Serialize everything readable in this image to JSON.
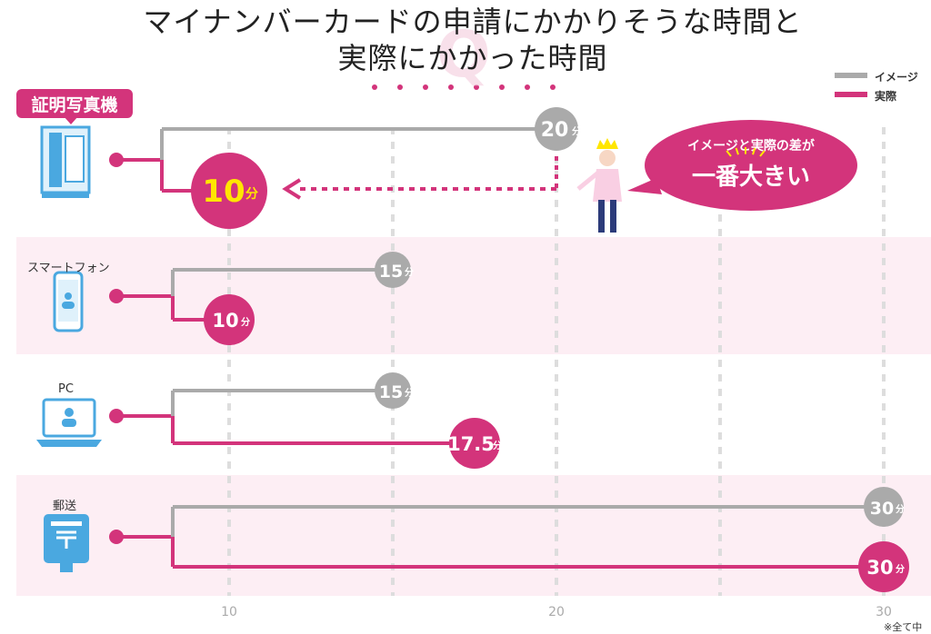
{
  "title_line1": "マイナンバーカードの申請にかかりそうな時間と",
  "title_line2": "実際にかかった時間",
  "legend": [
    {
      "label": "イメージ",
      "color": "#aaaaaa"
    },
    {
      "label": "実際",
      "color": "#d3347b"
    }
  ],
  "callout": {
    "line1": "イメージと実際の差が",
    "line2": "一番大きい"
  },
  "unit": "分",
  "footnote": "※全て中",
  "colors": {
    "image": "#aaaaaa",
    "actual": "#d3347b",
    "highlight": "#ffe600",
    "band": "#fdeef4",
    "device": "#4aa8e0"
  },
  "chart_data": {
    "type": "bar",
    "title": "マイナンバーカードの申請にかかりそうな時間と実際にかかった時間",
    "categories": [
      "証明写真機",
      "スマートフォン",
      "PC",
      "郵送"
    ],
    "series": [
      {
        "name": "イメージ",
        "values": [
          20,
          15,
          15,
          30
        ]
      },
      {
        "name": "実際",
        "values": [
          10,
          10,
          17.5,
          30
        ]
      }
    ],
    "xticks": [
      10,
      20,
      30
    ],
    "xlabel": "",
    "ylabel": "",
    "legend_position": "top-right",
    "grid": true
  }
}
